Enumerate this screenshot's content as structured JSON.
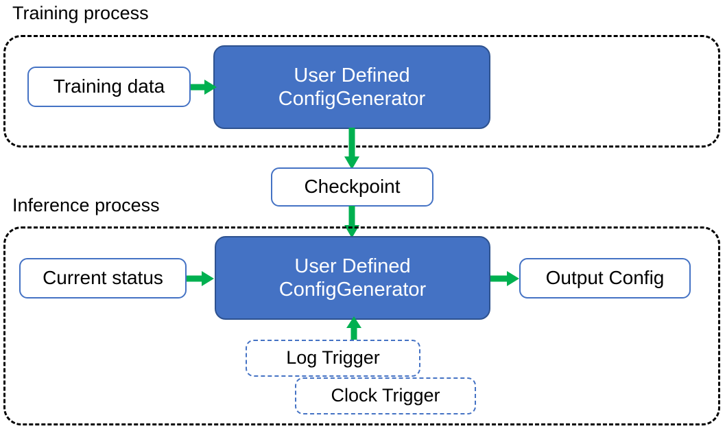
{
  "diagram": {
    "title_training": "Training process",
    "title_inference": "Inference process",
    "nodes": {
      "training_data": "Training data",
      "training_generator_line1": "User Defined",
      "training_generator_line2": "ConfigGenerator",
      "checkpoint": "Checkpoint",
      "current_status": "Current status",
      "inference_generator_line1": "User Defined",
      "inference_generator_line2": "ConfigGenerator",
      "output_config": "Output Config",
      "log_trigger": "Log Trigger",
      "clock_trigger": "Clock Trigger"
    },
    "colors": {
      "arrow_green": "#00B050",
      "node_blue_fill": "#4472C4",
      "node_blue_border": "#2E528F",
      "node_white_border": "#4472C4",
      "container_border": "#000000",
      "text_dark": "#000000",
      "text_light": "#FFFFFF"
    }
  }
}
